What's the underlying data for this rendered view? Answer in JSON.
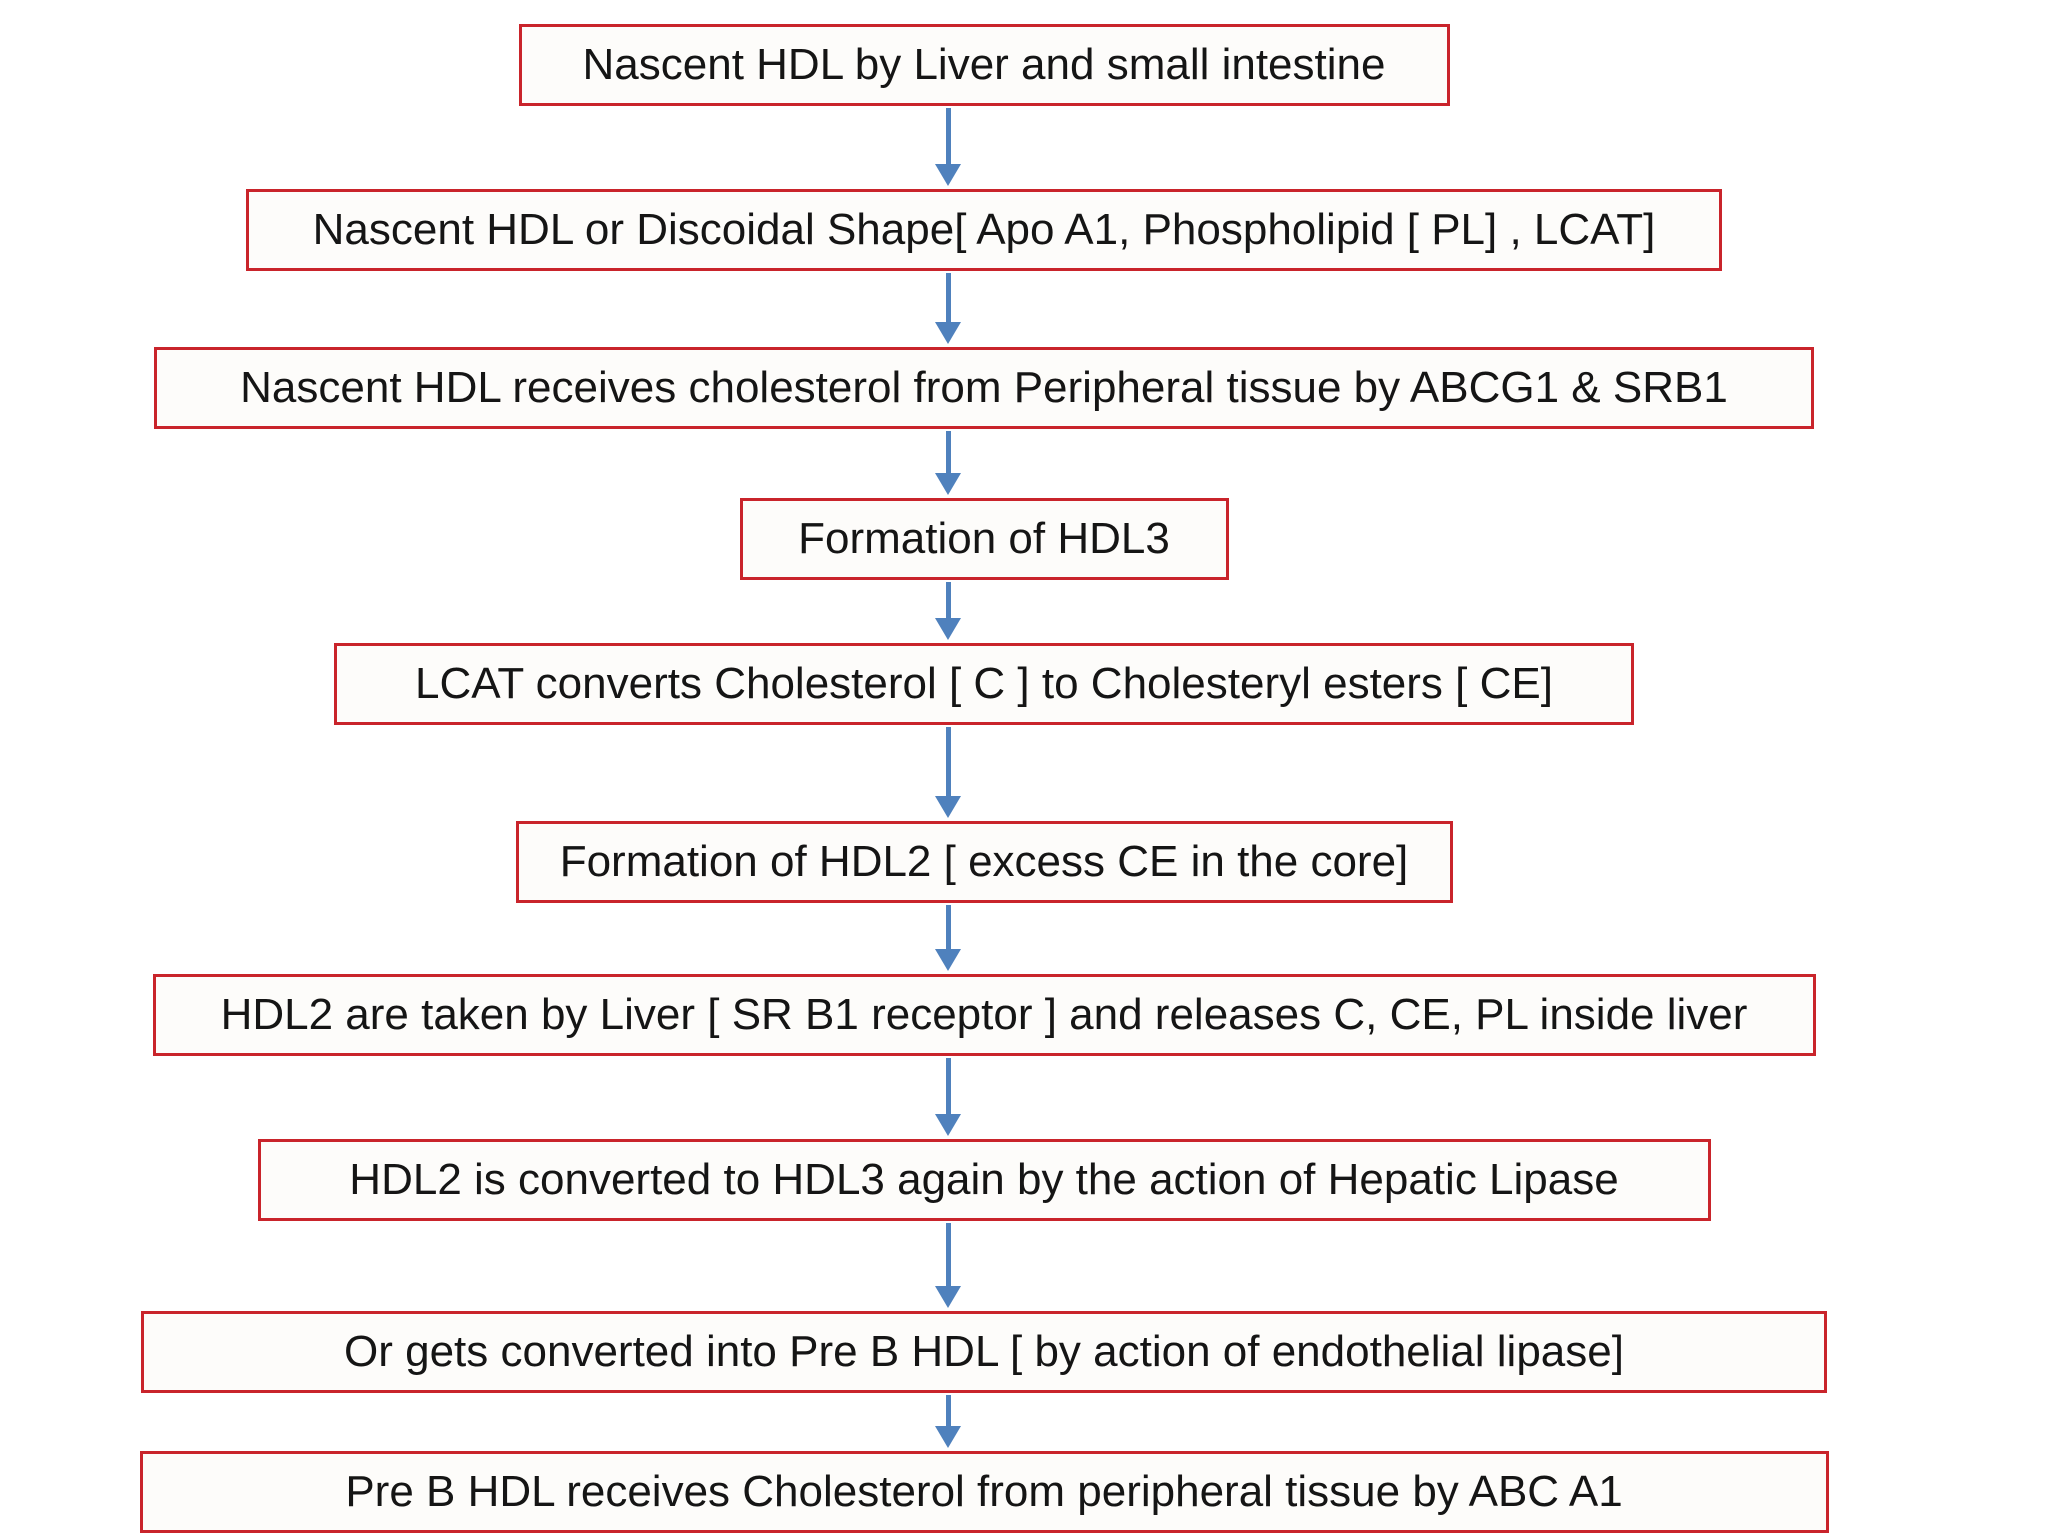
{
  "diagram": {
    "type": "flowchart",
    "direction": "top-down",
    "colors": {
      "box_border": "#C9242B",
      "box_fill": "#FDFCFA",
      "arrow": "#4F81BD",
      "text": "#151515",
      "background": "#FFFFFF"
    },
    "steps": [
      {
        "label": "Nascent HDL by Liver and small intestine"
      },
      {
        "label": "Nascent HDL or Discoidal Shape[ Apo A1, Phospholipid [ PL] , LCAT]"
      },
      {
        "label": "Nascent HDL receives cholesterol from Peripheral tissue by ABCG1 & SRB1"
      },
      {
        "label": "Formation of HDL3"
      },
      {
        "label": "LCAT converts Cholesterol [ C ]  to Cholesteryl esters [ CE]"
      },
      {
        "label": "Formation of HDL2 [ excess CE in the core]"
      },
      {
        "label": "HDL2 are taken by  Liver [ SR B1 receptor ] and releases C, CE, PL inside liver"
      },
      {
        "label": "HDL2 is converted to HDL3 again by the action of Hepatic Lipase"
      },
      {
        "label": "Or gets converted into Pre B HDL [ by action of endothelial lipase]"
      },
      {
        "label": "Pre B HDL receives Cholesterol from peripheral tissue by ABC A1"
      }
    ]
  }
}
